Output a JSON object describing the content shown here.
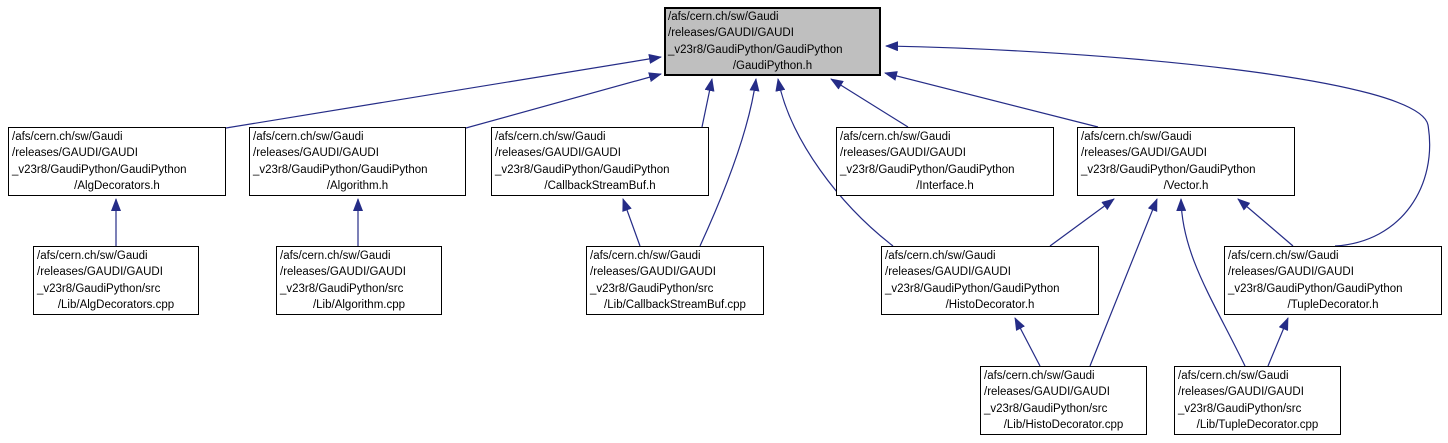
{
  "diagram": {
    "type": "include-dependency-graph",
    "colors": {
      "edge": "#252C87",
      "root_fill": "#BFBFBF",
      "node_fill": "#FFFFFF",
      "node_border": "#000000",
      "text": "#000000"
    },
    "nodes": [
      {
        "id": "gaudipython-h",
        "root": true,
        "lines": [
          "/afs/cern.ch/sw/Gaudi",
          "/releases/GAUDI/GAUDI",
          "_v23r8/GaudiPython/GaudiPython",
          "/GaudiPython.h"
        ]
      },
      {
        "id": "algdecorators-h",
        "root": false,
        "lines": [
          "/afs/cern.ch/sw/Gaudi",
          "/releases/GAUDI/GAUDI",
          "_v23r8/GaudiPython/GaudiPython",
          "/AlgDecorators.h"
        ]
      },
      {
        "id": "algorithm-h",
        "root": false,
        "lines": [
          "/afs/cern.ch/sw/Gaudi",
          "/releases/GAUDI/GAUDI",
          "_v23r8/GaudiPython/GaudiPython",
          "/Algorithm.h"
        ]
      },
      {
        "id": "callbackstreambuf-h",
        "root": false,
        "lines": [
          "/afs/cern.ch/sw/Gaudi",
          "/releases/GAUDI/GAUDI",
          "_v23r8/GaudiPython/GaudiPython",
          "/CallbackStreamBuf.h"
        ]
      },
      {
        "id": "interface-h",
        "root": false,
        "lines": [
          "/afs/cern.ch/sw/Gaudi",
          "/releases/GAUDI/GAUDI",
          "_v23r8/GaudiPython/GaudiPython",
          "/Interface.h"
        ]
      },
      {
        "id": "vector-h",
        "root": false,
        "lines": [
          "/afs/cern.ch/sw/Gaudi",
          "/releases/GAUDI/GAUDI",
          "_v23r8/GaudiPython/GaudiPython",
          "/Vector.h"
        ]
      },
      {
        "id": "algdecorators-cpp",
        "root": false,
        "lines": [
          "/afs/cern.ch/sw/Gaudi",
          "/releases/GAUDI/GAUDI",
          "_v23r8/GaudiPython/src",
          "/Lib/AlgDecorators.cpp"
        ]
      },
      {
        "id": "algorithm-cpp",
        "root": false,
        "lines": [
          "/afs/cern.ch/sw/Gaudi",
          "/releases/GAUDI/GAUDI",
          "_v23r8/GaudiPython/src",
          "/Lib/Algorithm.cpp"
        ]
      },
      {
        "id": "callbackstreambuf-cpp",
        "root": false,
        "lines": [
          "/afs/cern.ch/sw/Gaudi",
          "/releases/GAUDI/GAUDI",
          "_v23r8/GaudiPython/src",
          "/Lib/CallbackStreamBuf.cpp"
        ]
      },
      {
        "id": "histodecorator-h",
        "root": false,
        "lines": [
          "/afs/cern.ch/sw/Gaudi",
          "/releases/GAUDI/GAUDI",
          "_v23r8/GaudiPython/GaudiPython",
          "/HistoDecorator.h"
        ]
      },
      {
        "id": "tupledecorator-h",
        "root": false,
        "lines": [
          "/afs/cern.ch/sw/Gaudi",
          "/releases/GAUDI/GAUDI",
          "_v23r8/GaudiPython/GaudiPython",
          "/TupleDecorator.h"
        ]
      },
      {
        "id": "histodecorator-cpp",
        "root": false,
        "lines": [
          "/afs/cern.ch/sw/Gaudi",
          "/releases/GAUDI/GAUDI",
          "_v23r8/GaudiPython/src",
          "/Lib/HistoDecorator.cpp"
        ]
      },
      {
        "id": "tupledecorator-cpp",
        "root": false,
        "lines": [
          "/afs/cern.ch/sw/Gaudi",
          "/releases/GAUDI/GAUDI",
          "_v23r8/GaudiPython/src",
          "/Lib/TupleDecorator.cpp"
        ]
      }
    ],
    "edges": [
      {
        "from": "algdecorators-h",
        "to": "gaudipython-h"
      },
      {
        "from": "algorithm-h",
        "to": "gaudipython-h"
      },
      {
        "from": "callbackstreambuf-h",
        "to": "gaudipython-h"
      },
      {
        "from": "callbackstreambuf-cpp",
        "to": "gaudipython-h"
      },
      {
        "from": "interface-h",
        "to": "gaudipython-h"
      },
      {
        "from": "vector-h",
        "to": "gaudipython-h"
      },
      {
        "from": "histodecorator-h",
        "to": "gaudipython-h"
      },
      {
        "from": "tupledecorator-h",
        "to": "gaudipython-h"
      },
      {
        "from": "histodecorator-h",
        "to": "vector-h"
      },
      {
        "from": "tupledecorator-h",
        "to": "vector-h"
      },
      {
        "from": "histodecorator-cpp",
        "to": "vector-h"
      },
      {
        "from": "tupledecorator-cpp",
        "to": "vector-h"
      },
      {
        "from": "algdecorators-cpp",
        "to": "algdecorators-h"
      },
      {
        "from": "algorithm-cpp",
        "to": "algorithm-h"
      },
      {
        "from": "callbackstreambuf-cpp",
        "to": "callbackstreambuf-h"
      },
      {
        "from": "histodecorator-cpp",
        "to": "histodecorator-h"
      },
      {
        "from": "tupledecorator-cpp",
        "to": "tupledecorator-h"
      }
    ]
  }
}
